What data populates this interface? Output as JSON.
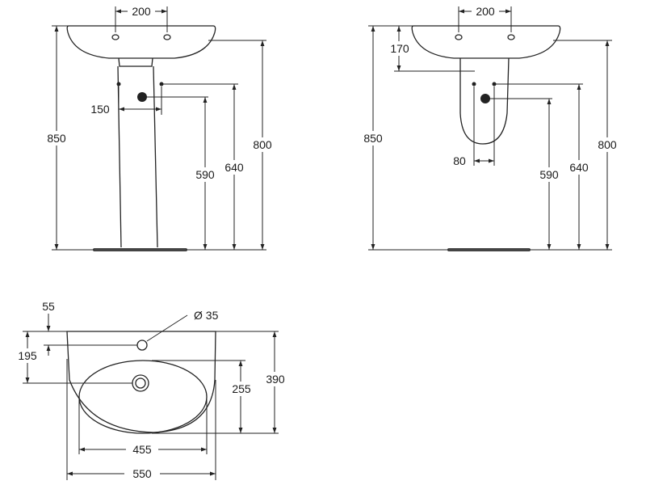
{
  "views": {
    "pedestal_front": {
      "tap_spacing": "200",
      "total_height": "850",
      "rim_height": "800",
      "supply_height": "640",
      "waste_height": "590",
      "supply_spacing": "150"
    },
    "semi_pedestal_front": {
      "tap_spacing": "200",
      "total_height": "850",
      "rim_height": "800",
      "supply_height": "640",
      "waste_height": "590",
      "basin_depth": "170",
      "supply_spacing": "80"
    },
    "plan_view": {
      "tap_offset": "55",
      "tap_hole_diameter": "Ø 35",
      "waste_offset": "195",
      "bowl_depth": "255",
      "overall_depth": "390",
      "bowl_width": "455",
      "overall_width": "550"
    }
  }
}
